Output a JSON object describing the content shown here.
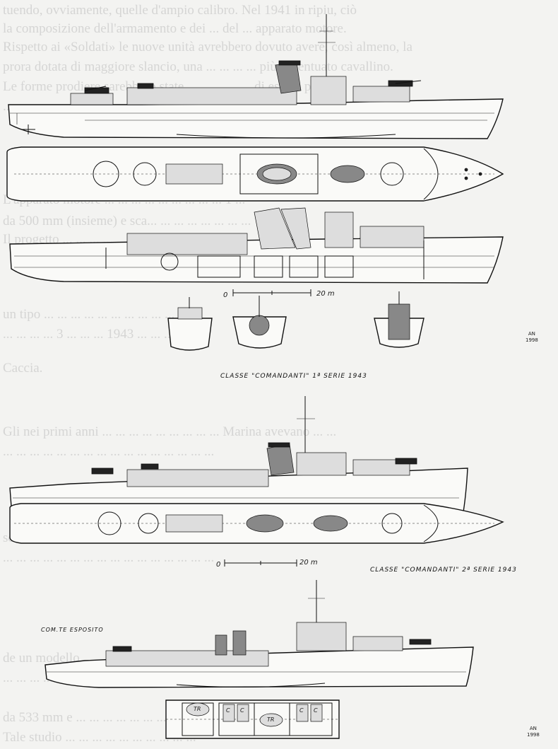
{
  "background_text": [
    "tuendo, ovviamente, quelle d'ampio calibro. Nel 1941 in ripiu, ciò",
    "la composizione dell'armamento e dei ... del ... apparato motore.",
    "Rispetto ai «Soldati» le nuove unità avrebbero dovuto avere, così almeno, la",
    "prora dotata di maggiore slancio, una ... ... ... ... più accentuato cavallino.",
    "Le forme prodiere sarebbero state ... ... ... ... ... di essere più",
    "...",
    "L'apparato motore ... ... ... ... ... ... ... ... ... 1 ...",
    "da 500 mm (insieme) e sca... ... ... ... ... ... ... ...",
    "Il progetto ... ... ... ... ... ... ... ... ... ...",
    "un tipo ... ... ... ... ... ... ... ... ... ... ...",
    "... ... ... ... 3 ... ... ... 1943 ... ... ... ... ...",
    "Caccia.",
    "Gli nei primi anni ... ... ... ... ... ... ... ... ... Marina avevano ... ...",
    "... ... ... ... ... ... ... ... ... ... ... ... ... ... ... ...",
    "soluzione del ... ... ... ... ... ... ... ... ... ... ... ...",
    "... ... ... ... ... ... ... ... ... ... ... ... ... ... ... ...",
    "de un modello ... ... ... ... ... ... ... ... ... ... ...",
    "... ... ... ... ... ... ... ... ... ... ... ... ... ...",
    "da 533 mm e ... ... ... ... ... ... ... ... ... ...",
    "Tale studio ... ... ... ... ... ... ... ... ... ..."
  ],
  "labels": {
    "class1": "CLASSE  \"COMANDANTI\"  1ª SERIE   1943",
    "class2": "CLASSE  \"COMANDANTI\"  2ª SERIE   1943",
    "esposito": "COM.TE  ESPOSITO",
    "scale_zero_1": "0",
    "scale_end_1": "20 m",
    "scale_zero_2": "0",
    "scale_end_2": "20 m",
    "signature_1": "AN\n1998",
    "signature_2": "AN\n1998",
    "tr": "TR",
    "c": "C"
  }
}
